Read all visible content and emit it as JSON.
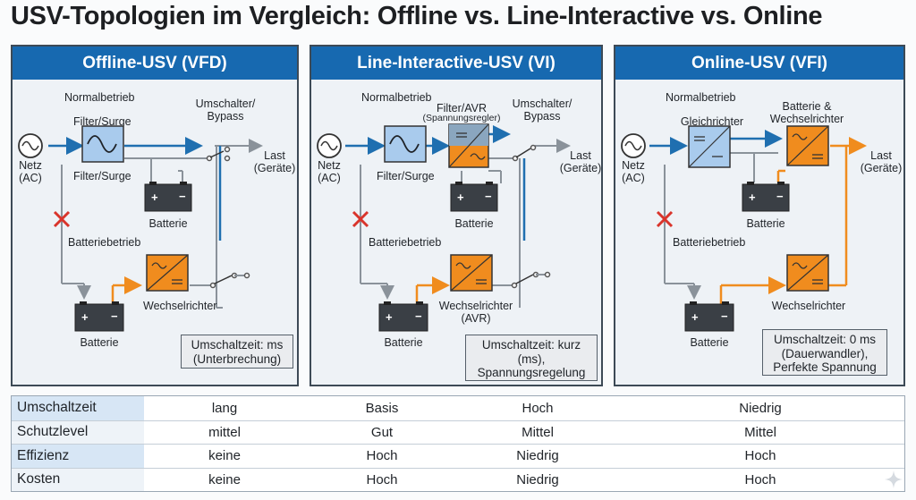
{
  "title": "USV-Topologien im Vergleich: Offline vs. Line-Interactive vs. Online",
  "colors": {
    "header_blue": "#1769b0",
    "flow_blue": "#1f6fb0",
    "battery_orange": "#f08c1e",
    "gray_line": "#8a929a",
    "fault_red": "#d9342b"
  },
  "panels": [
    {
      "heading": "Offline-USV (VFD)",
      "normal_label": "Normalbetrieb",
      "filter_label_top": "Filter/Surge",
      "filter_label_bottom": "Filter/Surge",
      "switch_label": "Umschalter/\nBypass",
      "source_label": "Netz\n(AC)",
      "load_label": "Last\n(Geräte)",
      "battery_label_top": "Batterie",
      "battery_mode_label": "Batteriebetrieb",
      "battery_label_bottom": "Batterie",
      "inverter_label": "Wechselrichter",
      "note": "Umschaltzeit: ms\n(Unterbrechung)"
    },
    {
      "heading": "Line-Interactive-USV (VI)",
      "normal_label": "Normalbetrieb",
      "avr_label": "Filter/AVR",
      "avr_sub_label": "(Spannungsregler)",
      "switch_label": "Umschalter/\nBypass",
      "source_label": "Netz\n(AC)",
      "filter_label_bottom": "Filter/Surge",
      "load_label": "Last\n(Geräte)",
      "battery_label_top": "Batterie",
      "battery_mode_label": "Batteriebetrieb",
      "battery_label_bottom": "Batterie",
      "inverter_label": "Wechselrichter\n(AVR)",
      "note": "Umschaltzeit: kurz\n(ms),\nSpannungsregelung"
    },
    {
      "heading": "Online-USV (VFI)",
      "normal_label": "Normalbetrieb",
      "rectifier_label": "Gleichrichter",
      "battery_inverter_label": "Batterie &\nWechselrichter",
      "source_label": "Netz\n(AC)",
      "load_label": "Last\n(Geräte)",
      "battery_label_top": "Batterie",
      "battery_mode_label": "Batteriebetrieb",
      "battery_label_bottom": "Batterie",
      "inverter_label": "Wechselrichter",
      "note": "Umschaltzeit: 0 ms\n(Dauerwandler),\nPerfekte Spannung"
    }
  ],
  "table": {
    "rows": [
      {
        "label": "Umschaltzeit",
        "cells": [
          "lang",
          "Basis",
          "Hoch",
          "Niedrig"
        ]
      },
      {
        "label": "Schutzlevel",
        "cells": [
          "mittel",
          "Gut",
          "Mittel",
          "Mittel"
        ]
      },
      {
        "label": "Effizienz",
        "cells": [
          "keine",
          "Hoch",
          "Niedrig",
          "Hoch"
        ]
      },
      {
        "label": "Kosten",
        "cells": [
          "keine",
          "Hoch",
          "Niedrig",
          "Hoch"
        ]
      }
    ]
  }
}
